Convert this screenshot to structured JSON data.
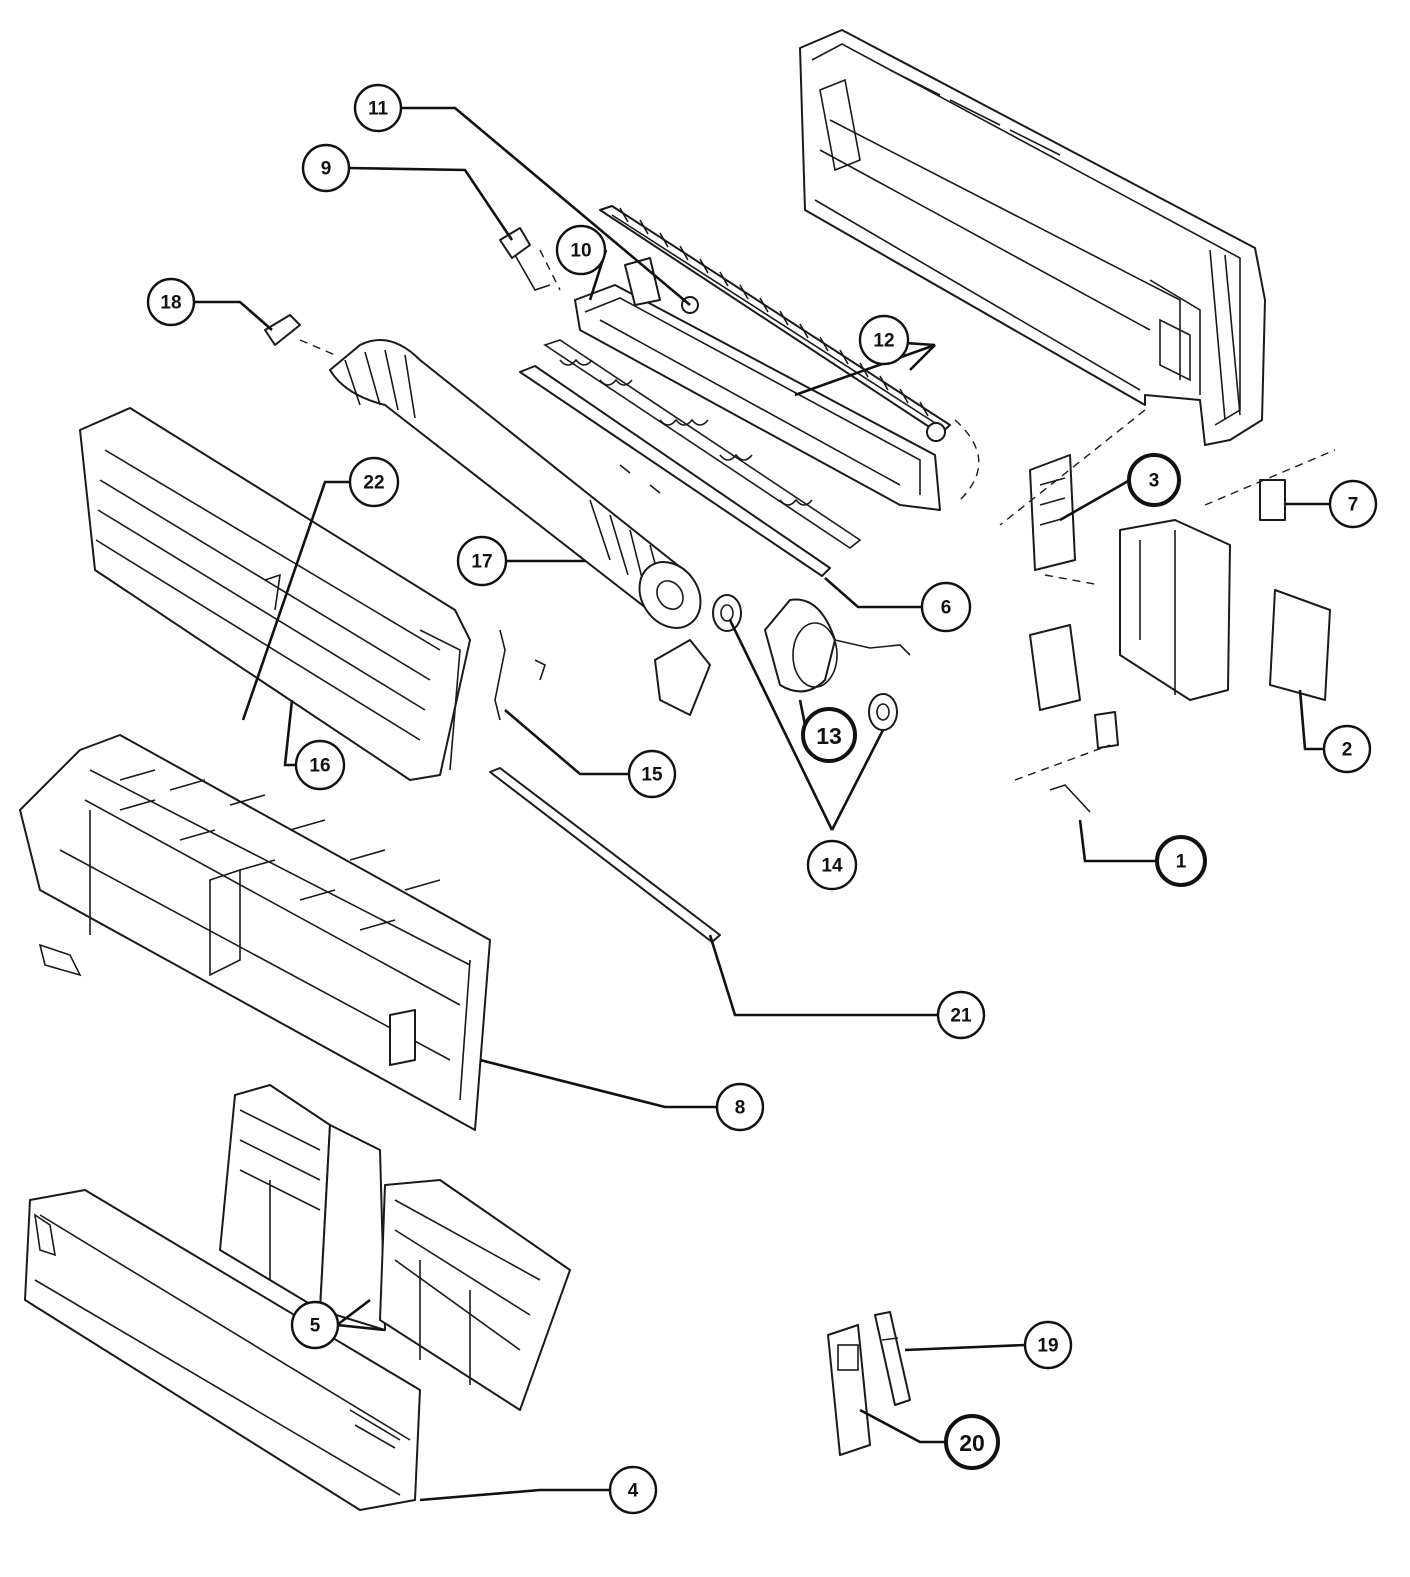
{
  "colors": {
    "line": "#1a1a1a",
    "background": "#ffffff"
  },
  "callouts": [
    {
      "id": "1",
      "label": "1",
      "emphasis": true
    },
    {
      "id": "2",
      "label": "2",
      "emphasis": false
    },
    {
      "id": "3",
      "label": "3",
      "emphasis": true
    },
    {
      "id": "4",
      "label": "4",
      "emphasis": false
    },
    {
      "id": "5",
      "label": "5",
      "emphasis": false
    },
    {
      "id": "6",
      "label": "6",
      "emphasis": false
    },
    {
      "id": "7",
      "label": "7",
      "emphasis": false
    },
    {
      "id": "8",
      "label": "8",
      "emphasis": false
    },
    {
      "id": "9",
      "label": "9",
      "emphasis": false
    },
    {
      "id": "10",
      "label": "10",
      "emphasis": false
    },
    {
      "id": "11",
      "label": "11",
      "emphasis": false
    },
    {
      "id": "12",
      "label": "12",
      "emphasis": false
    },
    {
      "id": "13",
      "label": "13",
      "emphasis": true
    },
    {
      "id": "14",
      "label": "14",
      "emphasis": false
    },
    {
      "id": "15",
      "label": "15",
      "emphasis": false
    },
    {
      "id": "16",
      "label": "16",
      "emphasis": false
    },
    {
      "id": "17",
      "label": "17",
      "emphasis": false
    },
    {
      "id": "18",
      "label": "18",
      "emphasis": false
    },
    {
      "id": "19",
      "label": "19",
      "emphasis": false
    },
    {
      "id": "20",
      "label": "20",
      "emphasis": true
    },
    {
      "id": "21",
      "label": "21",
      "emphasis": false
    },
    {
      "id": "22",
      "label": "22",
      "emphasis": false
    }
  ]
}
